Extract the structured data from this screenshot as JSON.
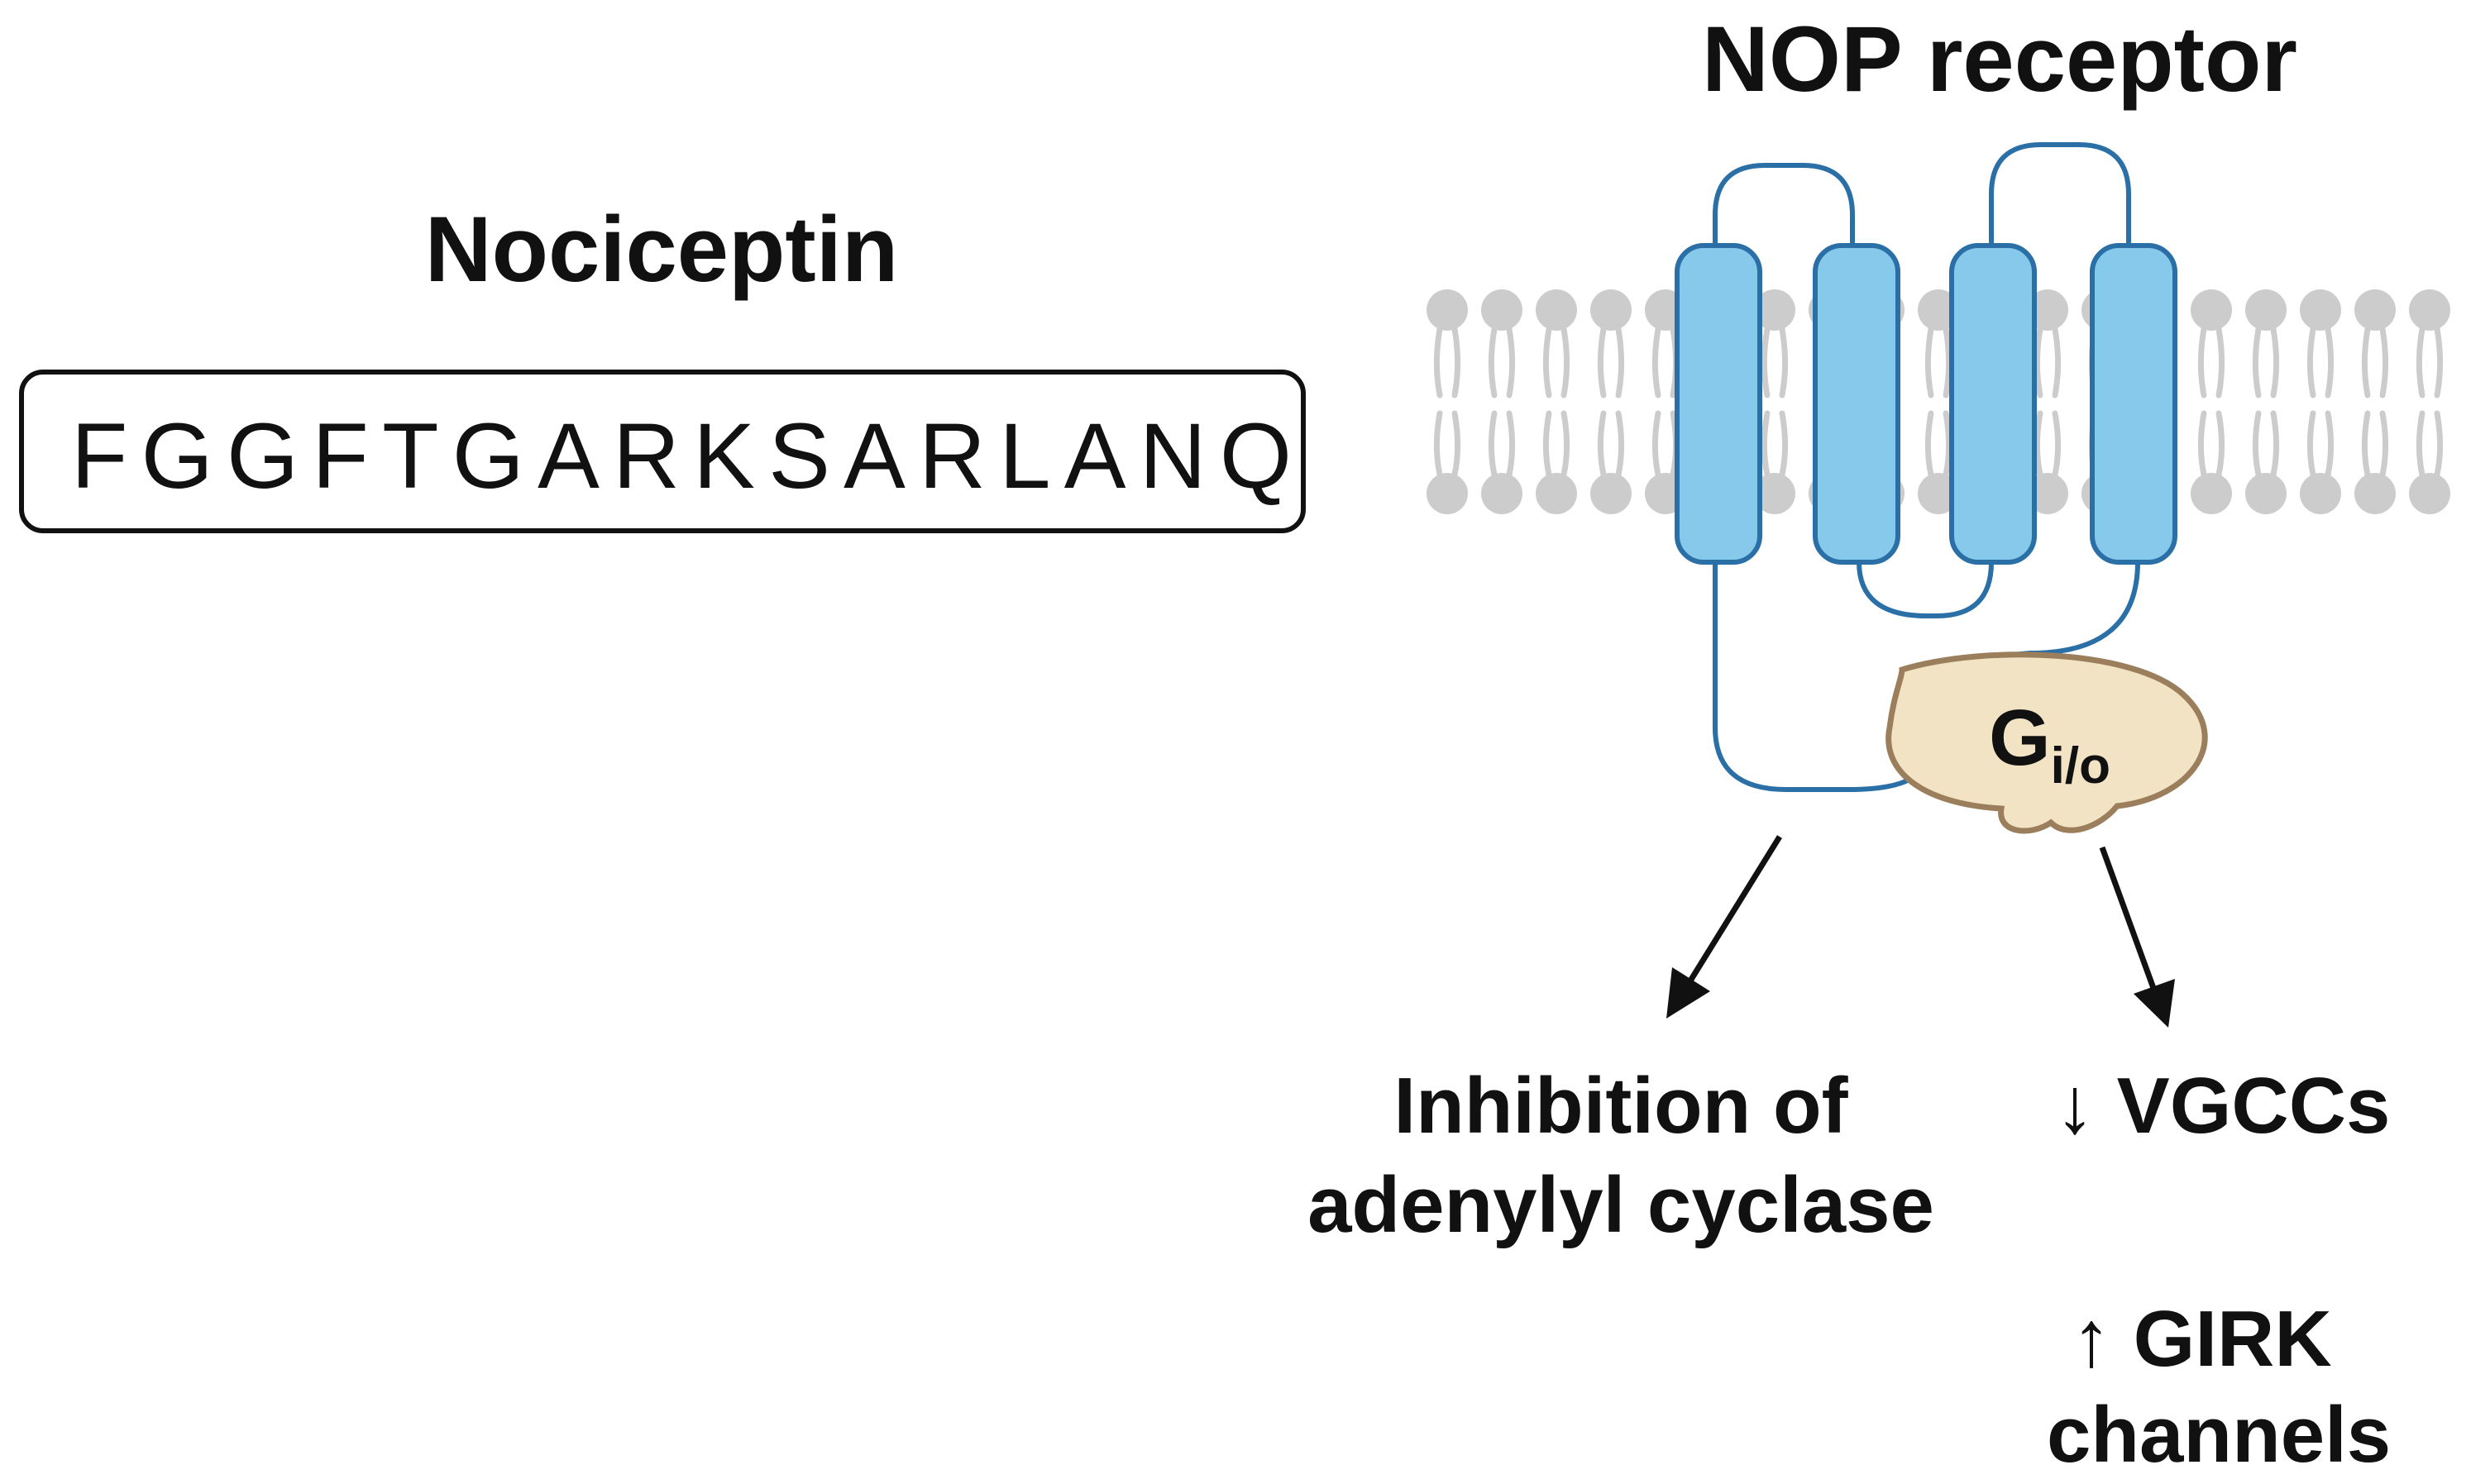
{
  "peptide": {
    "title": "Nociceptin",
    "sequence": "FGGFTGARKSARLANQ"
  },
  "receptor": {
    "title": "NOP receptor",
    "gprotein_main": "G",
    "gprotein_sub": "i/o"
  },
  "effects": {
    "adenylyl_line1": "Inhibition of",
    "adenylyl_line2": "adenylyl cyclase",
    "vgcc": "↓ VGCCs",
    "girk_line1": "↑ GIRK",
    "girk_line2": "channels"
  },
  "colors": {
    "helix_fill": "#86c9ea",
    "helix_stroke": "#2a6fa6",
    "lipid": "#cccccc",
    "gprotein_fill": "#f1e3c3",
    "gprotein_stroke": "#9b7e5c",
    "text": "#111111"
  }
}
